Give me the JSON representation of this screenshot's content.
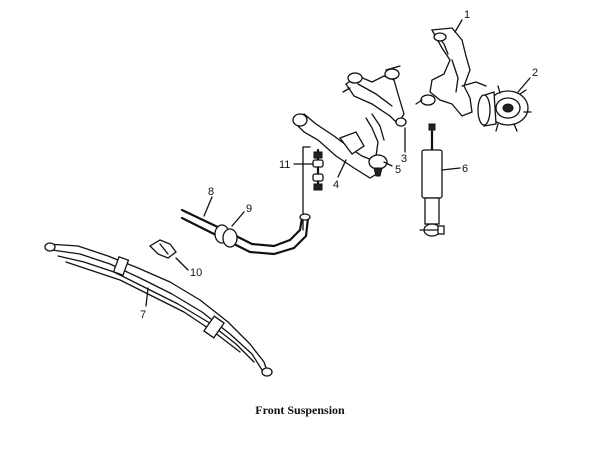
{
  "figure": {
    "caption": "Front Suspension",
    "callouts": {
      "c1": "1",
      "c2": "2",
      "c3": "3",
      "c4": "4",
      "c5": "5",
      "c6": "6",
      "c7": "7",
      "c8": "8",
      "c9": "9",
      "c10": "10",
      "c11": "11"
    }
  }
}
